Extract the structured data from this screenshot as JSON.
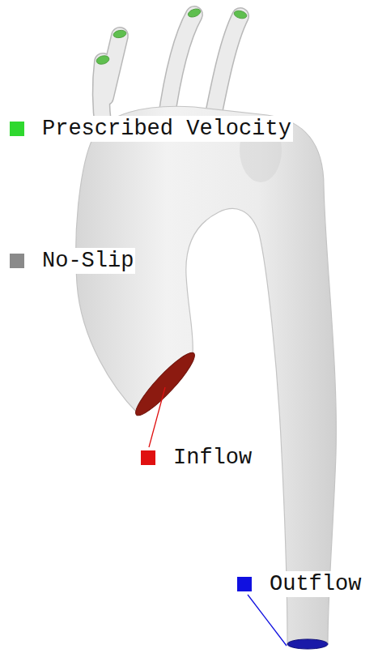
{
  "diagram": {
    "legend": [
      {
        "text": "Prescribed Velocity",
        "color": "#2fd82f"
      },
      {
        "text": "No-Slip",
        "color": "#8a8a8a"
      },
      {
        "text": "Inflow",
        "color": "#e01010"
      },
      {
        "text": "Outflow",
        "color": "#1010e0"
      }
    ]
  }
}
